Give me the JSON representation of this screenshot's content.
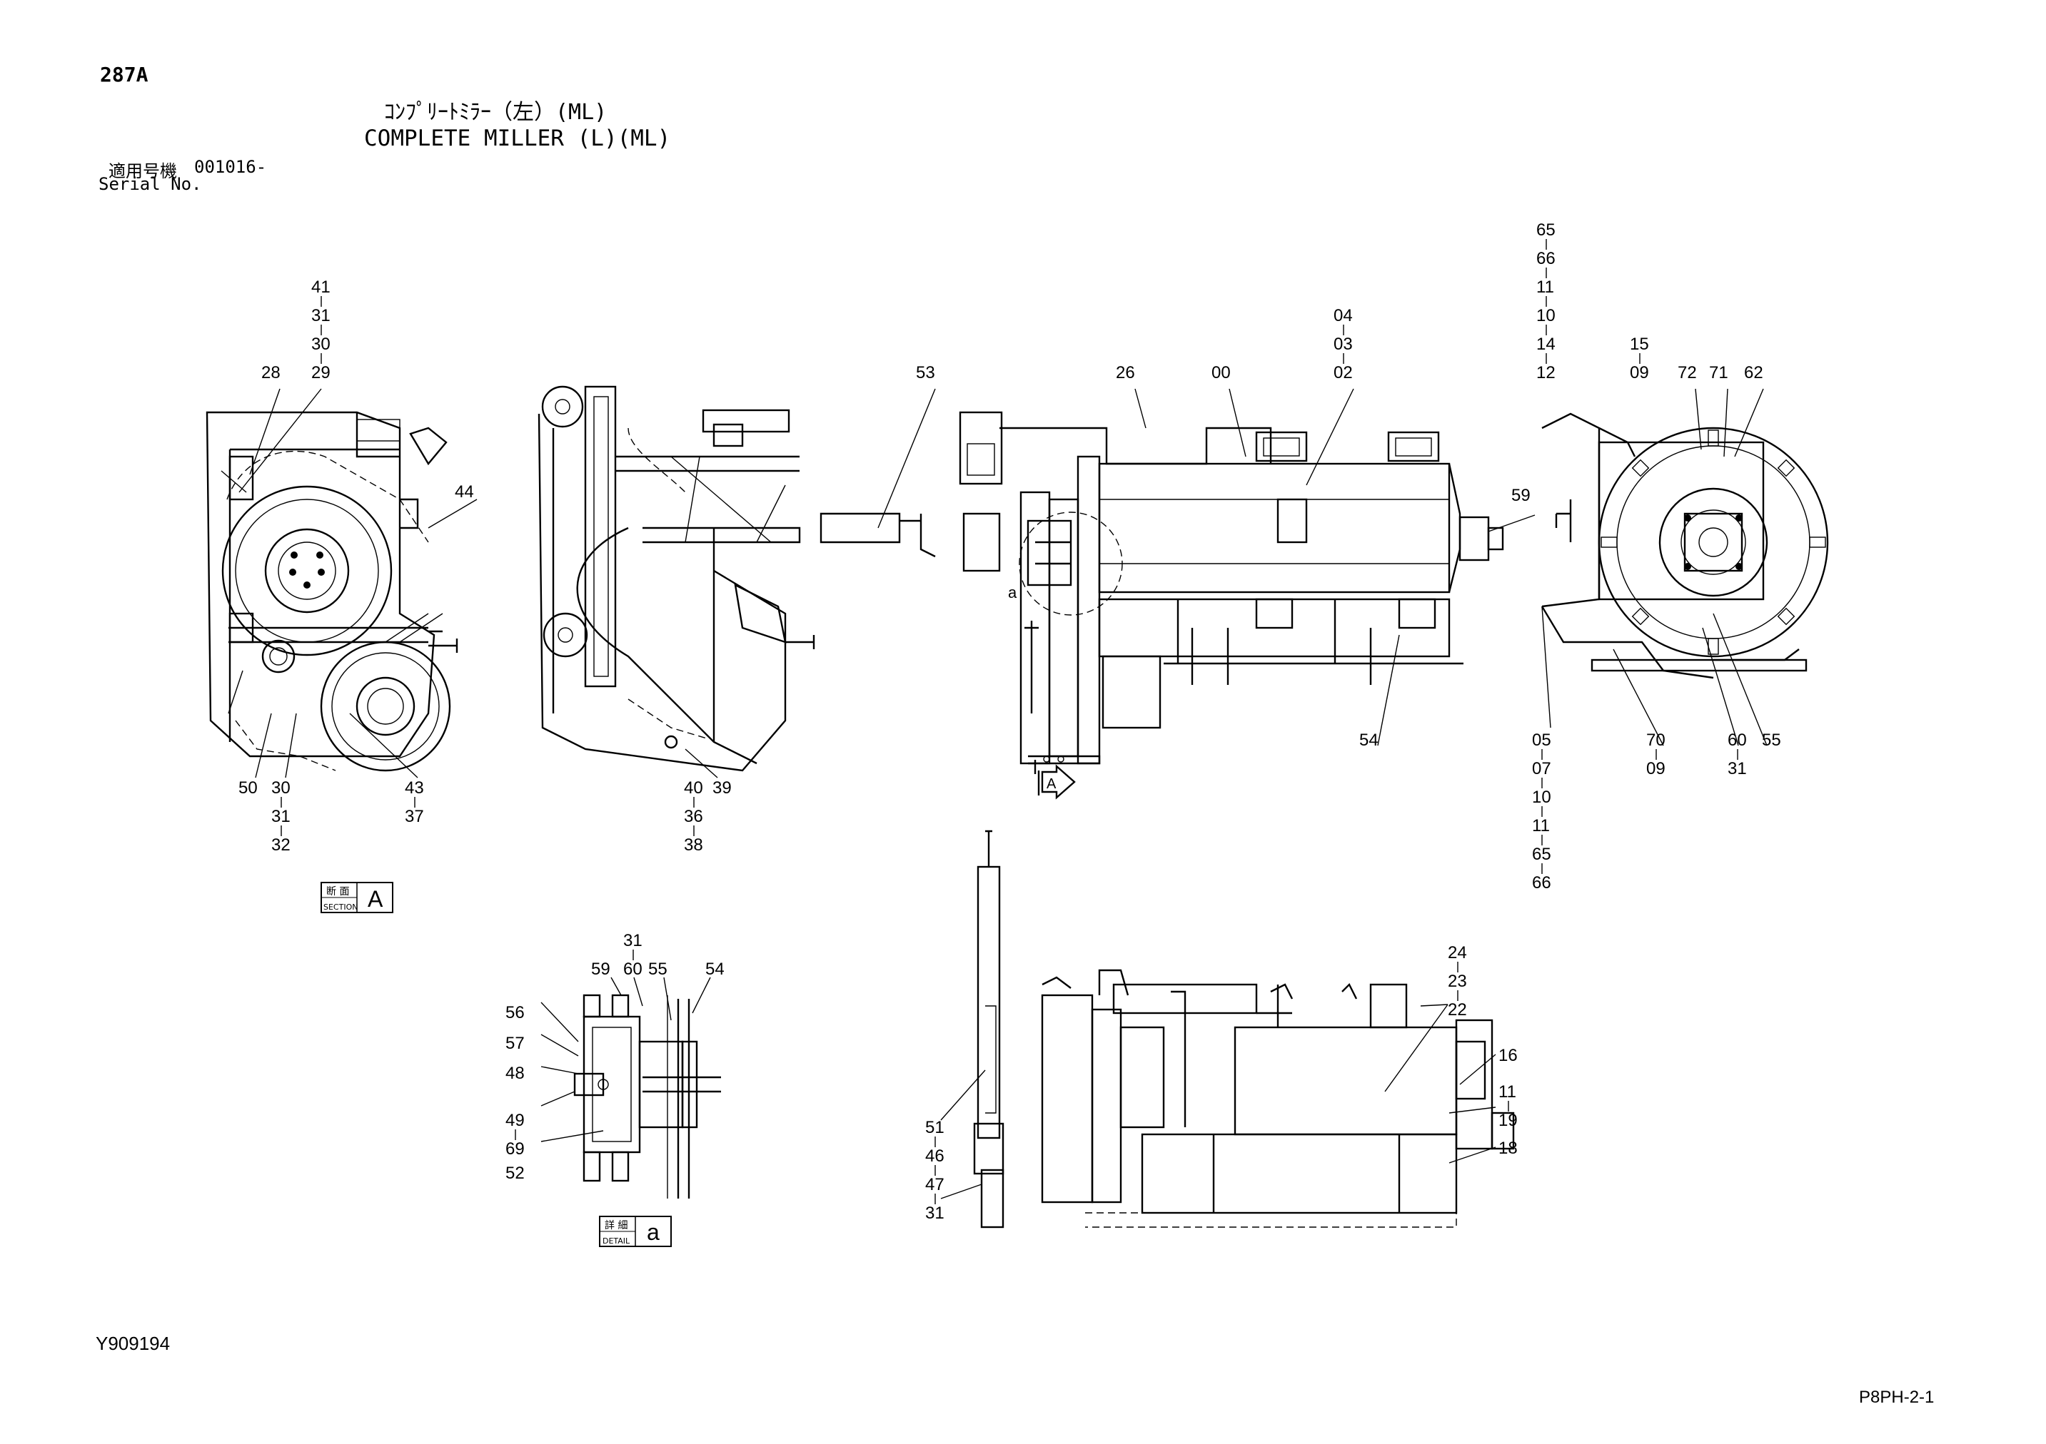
{
  "header": {
    "page_code": "287A",
    "title_jp": "ｺﾝﾌﾟﾘｰﾄﾐﾗｰ（左）(ML)",
    "title_en": "COMPLETE MILLER (L)(ML)",
    "serial_jp": "適用号機",
    "serial_value": "001016-",
    "serial_en": "Serial No."
  },
  "footer": {
    "drawing_no": "Y909194",
    "page_ref": "P8PH-2-1"
  },
  "tags": {
    "section": {
      "jp": "断 面",
      "en": "SECTION",
      "letter": "A"
    },
    "detail": {
      "jp": "詳 細",
      "en": "DETAIL",
      "letter": "a"
    },
    "view_arrow": "A",
    "view_small_a": "a"
  },
  "stacks": {
    "s1": [
      "41",
      "31",
      "30",
      "29"
    ],
    "s2": [
      "65",
      "66",
      "11",
      "10",
      "14",
      "12"
    ],
    "s3": [
      "04",
      "03",
      "02"
    ],
    "s4": [
      "50"
    ],
    "s5": [
      "30",
      "31",
      "32"
    ],
    "s6": [
      "43",
      "37"
    ],
    "s7": [
      "40",
      "36",
      "38"
    ],
    "s8": [
      "05",
      "07",
      "10",
      "11",
      "65",
      "66"
    ],
    "s9": [
      "70",
      "09"
    ],
    "s10": [
      "60",
      "31"
    ],
    "s11": [
      "31",
      "60"
    ],
    "s12": [
      "24",
      "23",
      "22"
    ],
    "s13": [
      "49",
      "69"
    ],
    "s14": [
      "51",
      "46",
      "47",
      "31"
    ],
    "s15": [
      "11",
      "19"
    ],
    "s16": [
      "15",
      "09"
    ]
  },
  "labels": {
    "l28": "28",
    "l44": "44",
    "l53": "53",
    "l26": "26",
    "l00": "00",
    "l59a": "59",
    "l72": "72",
    "l71": "71",
    "l62": "62",
    "l39": "39",
    "l54a": "54",
    "l55a": "55",
    "l59b": "59",
    "l55b": "55",
    "l54b": "54",
    "l56": "56",
    "l57": "57",
    "l48": "48",
    "l52": "52",
    "l16": "16",
    "l18": "18"
  }
}
